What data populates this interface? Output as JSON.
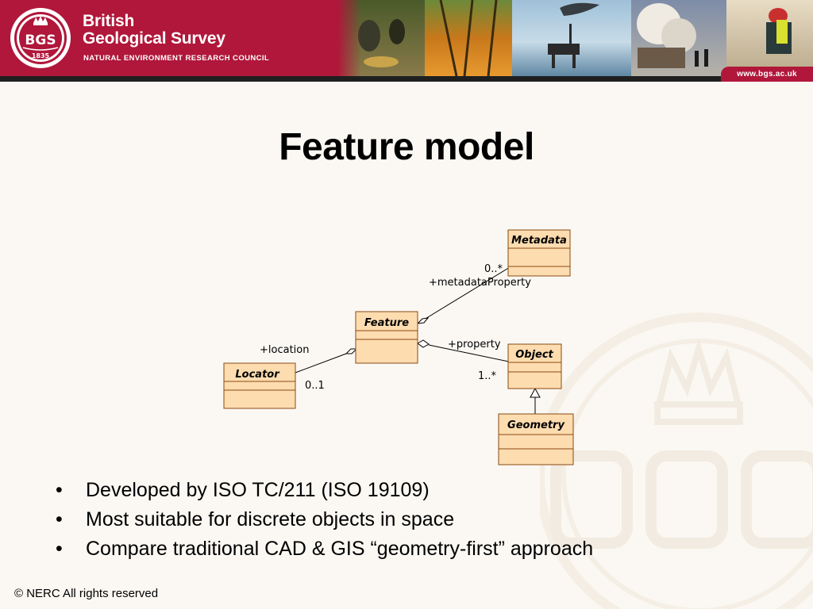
{
  "header": {
    "brand_line1": "British",
    "brand_line2": "Geological Survey",
    "brand_subtitle": "NATURAL ENVIRONMENT RESEARCH COUNCIL",
    "logo_text": "BGS",
    "logo_year": "1835",
    "website": "www.bgs.ac.uk",
    "brand_color": "#b0173a"
  },
  "slide": {
    "title": "Feature model"
  },
  "diagram": {
    "classes": {
      "metadata": "Metadata",
      "feature": "Feature",
      "object": "Object",
      "locator": "Locator",
      "geometry": "Geometry"
    },
    "labels": {
      "metadata_mult": "0..*",
      "metadata_role": "+metadataProperty",
      "property_role": "+property",
      "object_mult": "1..*",
      "location_role": "+location",
      "locator_mult": "0..1"
    },
    "class_fill": "#fddcb0",
    "class_stroke": "#8a4a10"
  },
  "bullets": [
    "Developed by ISO TC/211  (ISO 19109)",
    "Most suitable for discrete objects in space",
    "Compare traditional CAD & GIS “geometry-first” approach"
  ],
  "bullet_glyph": "•",
  "footer": {
    "copyright": "© NERC All rights reserved"
  }
}
